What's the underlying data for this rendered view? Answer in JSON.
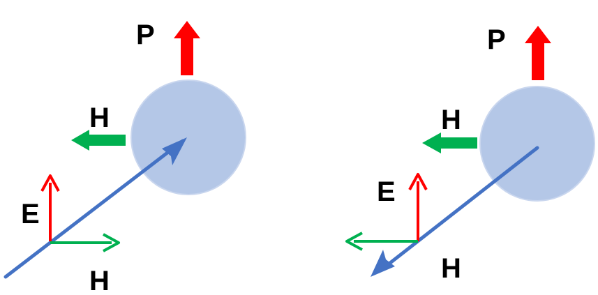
{
  "colors": {
    "sphere_fill": "#b4c7e7",
    "sphere_stroke": "#c9d6ee",
    "beam": "#4472c4",
    "field_e": "#ff0000",
    "field_h": "#00b050",
    "block_p": "#ff0000",
    "block_h": "#00b050"
  },
  "left_panel": {
    "label_p": "P",
    "label_h_top": "H",
    "label_e": "E",
    "label_h_bottom": "H"
  },
  "right_panel": {
    "label_p": "P",
    "label_h_top": "H",
    "label_e": "E",
    "label_h_bottom": "H"
  }
}
